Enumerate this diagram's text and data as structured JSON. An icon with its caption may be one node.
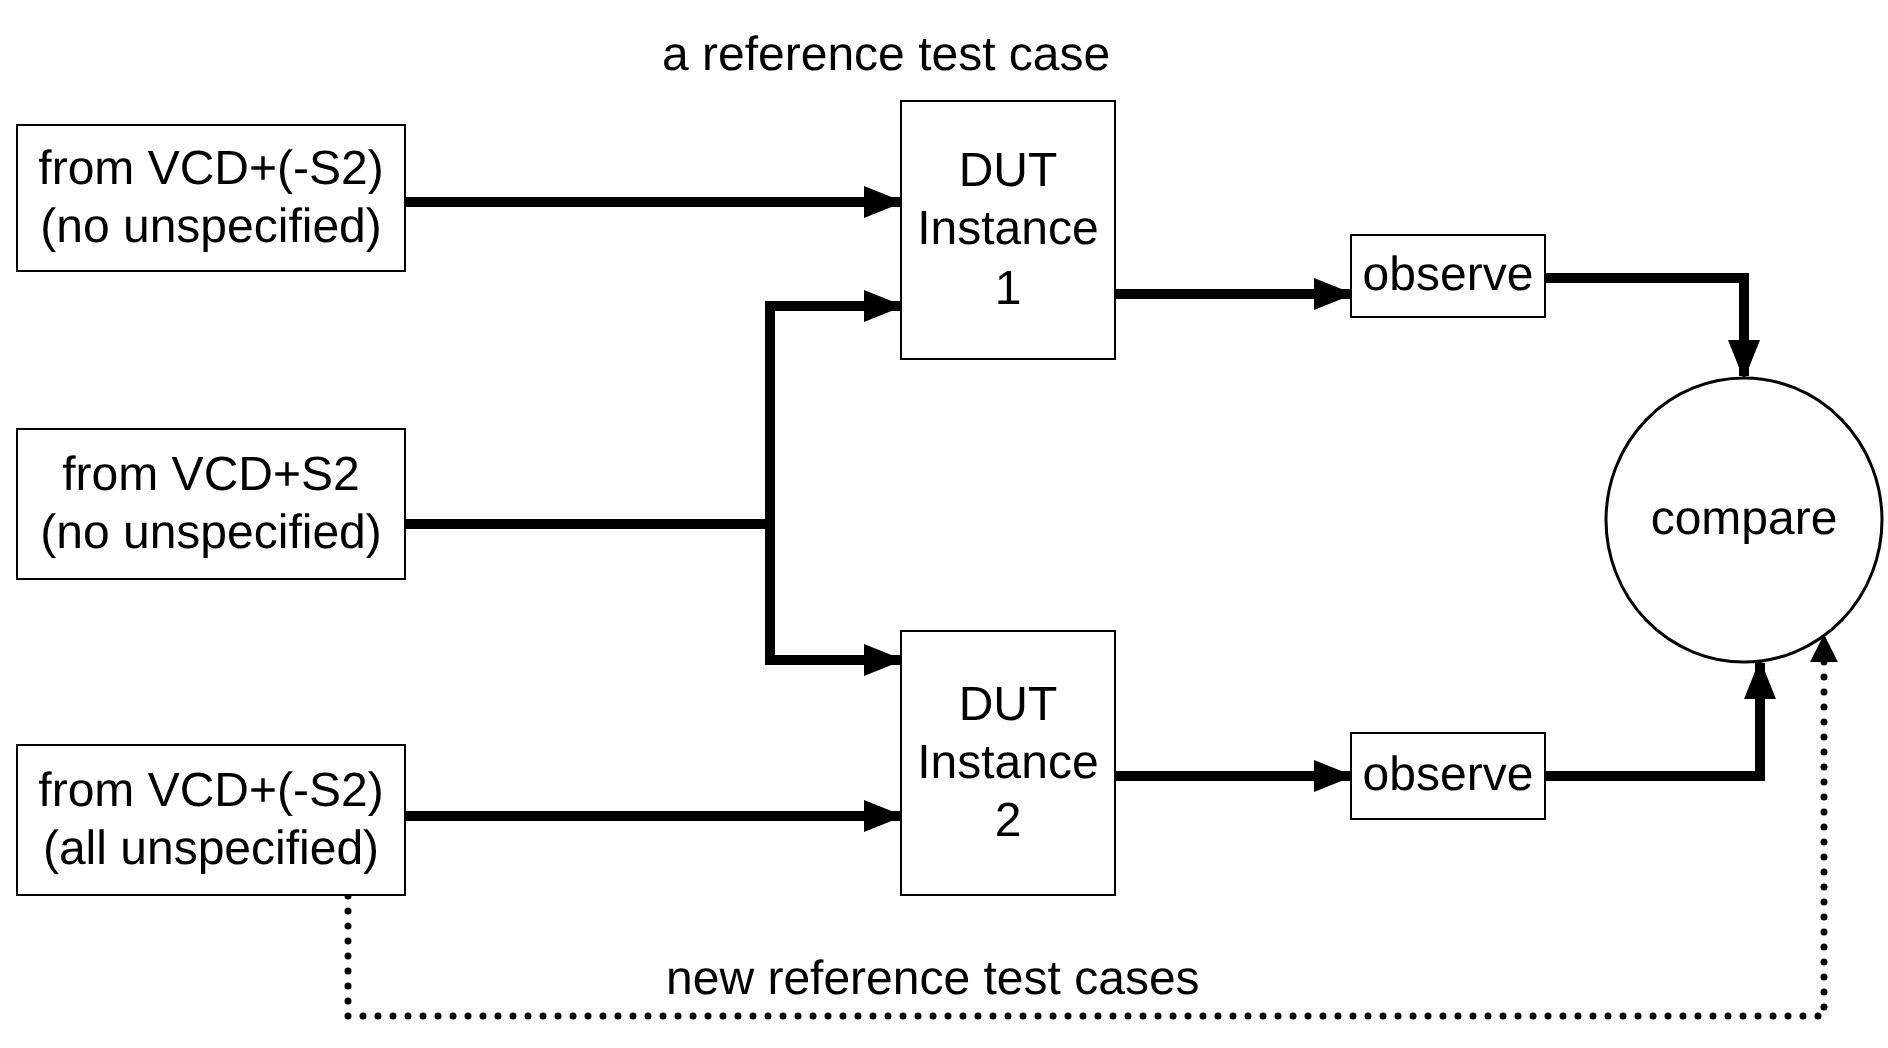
{
  "diagram": {
    "nodes": [
      {
        "text": [
          "from VCD+(-S2)",
          "(no unspecified)"
        ]
      },
      {
        "text": [
          "DUT Instance 1"
        ]
      },
      {
        "text": [
          "observe"
        ]
      },
      {
        "text": [
          "from VCD+S2",
          "(no unspecified)"
        ]
      },
      {
        "text": [
          "compare"
        ]
      },
      {
        "text": [
          "from VCD+(-S2)",
          "(all unspecified)"
        ]
      },
      {
        "text": [
          "DUT Instance 2"
        ]
      },
      {
        "text": [
          "observe"
        ]
      }
    ],
    "edges": [
      {
        "from": 0,
        "to": 1,
        "arrow": "to"
      },
      {
        "from": 3,
        "to": 1,
        "arrow": "to"
      },
      {
        "from": 3,
        "to": 6,
        "arrow": "to"
      },
      {
        "from": 5,
        "to": 6,
        "arrow": "to"
      },
      {
        "from": 1,
        "to": 2,
        "arrow": "to"
      },
      {
        "from": 6,
        "to": 7,
        "arrow": "to"
      },
      {
        "from": 2,
        "to": 4,
        "arrow": "to"
      },
      {
        "from": 7,
        "to": 4,
        "arrow": "to"
      },
      {
        "from": 5,
        "to": 4,
        "arrow": "to",
        "label": "new reference test cases",
        "style": "dashed"
      }
    ],
    "labels": [
      "a reference test case"
    ]
  }
}
